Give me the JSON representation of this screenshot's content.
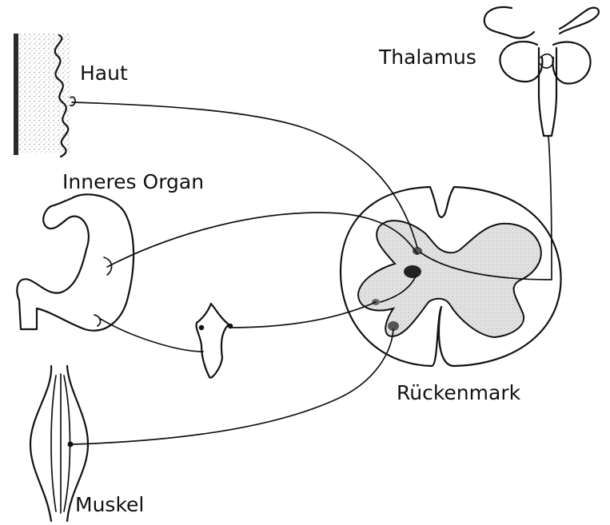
{
  "diagram": {
    "labels": {
      "haut": "Haut",
      "thalamus": "Thalamus",
      "inneres_organ": "Inneres Organ",
      "rueckenmark": "Rückenmark",
      "muskel": "Muskel"
    },
    "colors": {
      "ink": "#111111",
      "paper": "#ffffff",
      "stipple": "#9a9a9a",
      "grey_matter": "#d9d9d9"
    }
  }
}
